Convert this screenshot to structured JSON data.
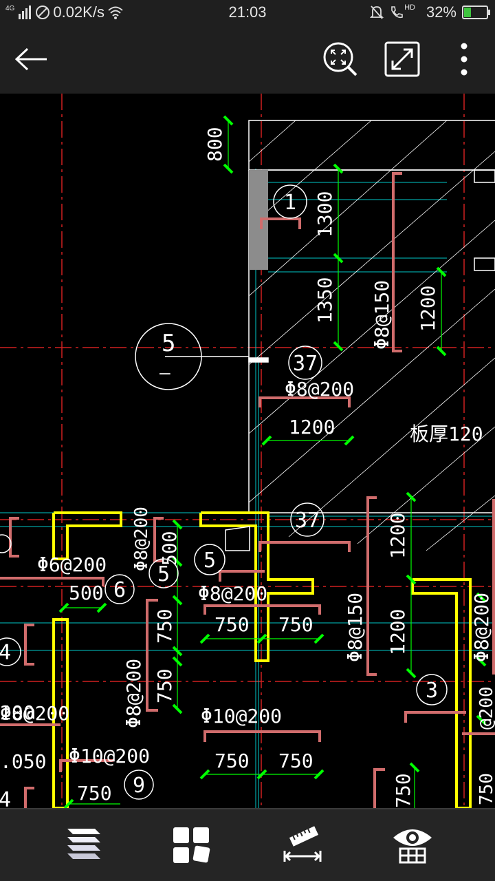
{
  "status": {
    "network": "4G",
    "speed": "0.02K/s",
    "time": "21:03",
    "hd": "HD",
    "battery_text": "32%",
    "battery_level": 0.32
  },
  "toolbar": {
    "back_icon": "back-arrow-icon",
    "zoom_icon": "zoom-fit-icon",
    "fullscreen_icon": "fullscreen-icon",
    "more_icon": "more-vertical-icon"
  },
  "drawing": {
    "dims": {
      "d800": "800",
      "d1300": "1300",
      "d1350": "1350",
      "d1200_a": "1200",
      "d1200_b": "1200",
      "d1200_c": "1200",
      "d1200_d": "1200",
      "d500_a": "500",
      "d500_b": "500",
      "d750_a": "750",
      "d750_b": "750",
      "d750_c": "750",
      "d750_d": "750",
      "d750_e": "750",
      "d750_f": "750",
      "d750_g": "750",
      "d750_h": "750",
      "d750_i": "750"
    },
    "rebar": {
      "r1": "Φ8@150",
      "r2": "Φ8@200",
      "r3": "Φ6@200",
      "r4": "Φ8@200",
      "r5": "Φ8@200",
      "r6": "Φ8@150",
      "r7": "Φ8@200",
      "r8": "Φ10@200",
      "r9": "Φ10@200",
      "r10": "Φ8@200",
      "r11": "Φ8@200"
    },
    "labels": {
      "slab": "板厚120",
      "edge_left_a": "200",
      "edge_left_b": ".050",
      "edge_right": "@200"
    },
    "markers": {
      "m1": "1",
      "m37a": "37",
      "m37b": "37",
      "m5a": "5",
      "m5b": "5",
      "m6": "6",
      "m3": "3",
      "m9": "9",
      "m4a": "4",
      "m4b": "4",
      "m5big": "5",
      "m5big_sub": "—"
    }
  },
  "bottom": {
    "layers_icon": "layers-icon",
    "layout_icon": "layout-grid-icon",
    "measure_icon": "ruler-measure-icon",
    "view_icon": "eye-grid-icon"
  }
}
